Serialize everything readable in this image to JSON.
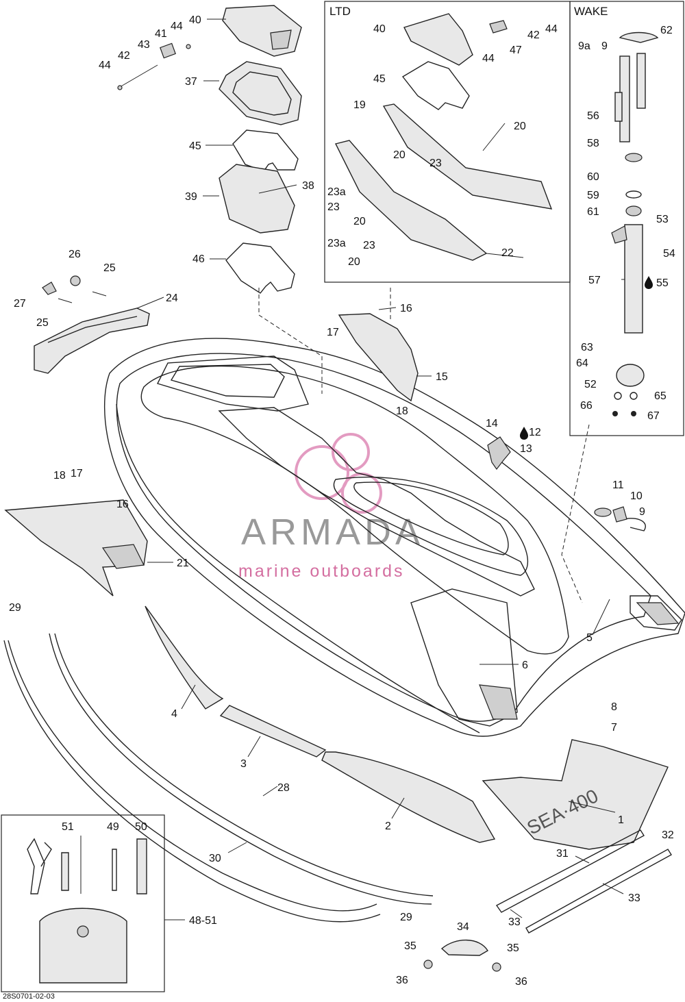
{
  "diagram": {
    "drawing_code": "28S0701-02-03",
    "panels": {
      "ltd": "LTD",
      "wake": "WAKE"
    },
    "watermark": {
      "brand": "ARMADA",
      "tagline": "marine outboards"
    },
    "callouts": {
      "main": [
        "40",
        "41",
        "44",
        "43",
        "42",
        "44",
        "37",
        "45",
        "39",
        "38",
        "46",
        "26",
        "25",
        "27",
        "25",
        "24",
        "16",
        "17",
        "15",
        "18",
        "14",
        "12",
        "13",
        "18",
        "17",
        "16",
        "21",
        "11",
        "10",
        "9",
        "5",
        "6",
        "29",
        "4",
        "3",
        "28",
        "2",
        "8",
        "7",
        "1",
        "30",
        "29",
        "31",
        "32",
        "33",
        "33",
        "34",
        "35",
        "35",
        "36",
        "36",
        "51",
        "49",
        "50",
        "48-51"
      ],
      "ltd": [
        "40",
        "44",
        "42",
        "44",
        "47",
        "45",
        "19",
        "20",
        "20",
        "23",
        "23a",
        "23",
        "20",
        "23a",
        "23",
        "20",
        "22"
      ],
      "wake": [
        "9a",
        "9",
        "62",
        "56",
        "58",
        "60",
        "59",
        "61",
        "53",
        "54",
        "57",
        "55",
        "63",
        "64",
        "52",
        "65",
        "66",
        "67"
      ],
      "fluid_marks": [
        "12",
        "55"
      ]
    }
  }
}
